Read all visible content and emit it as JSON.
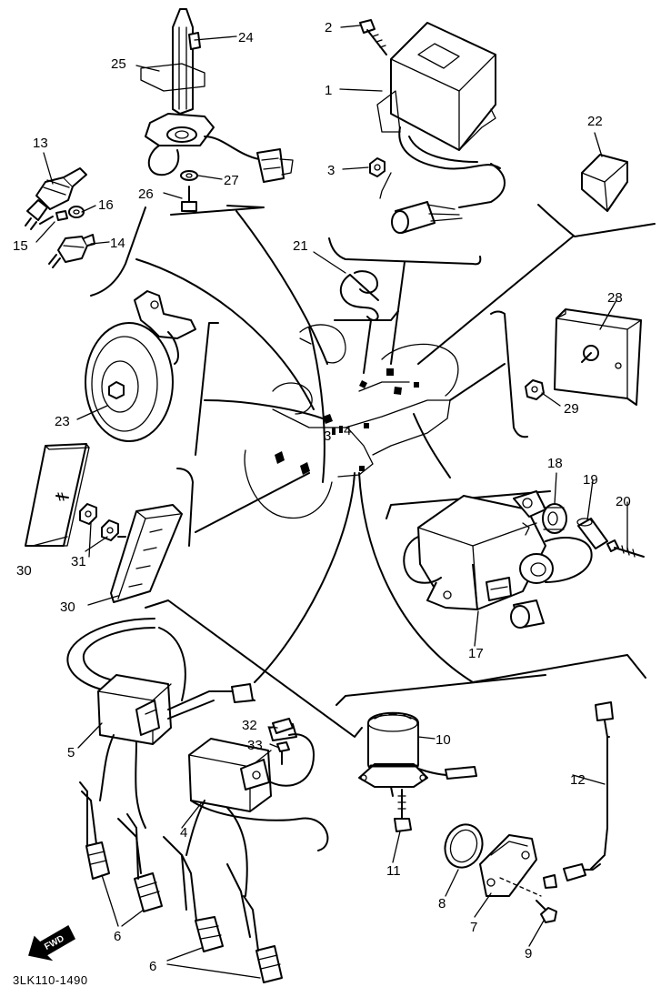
{
  "diagram": {
    "callouts": {
      "c1": "1",
      "c2": "2",
      "c3": "3",
      "c4": "4",
      "c5": "5",
      "c6a": "6",
      "c6b": "6",
      "c7": "7",
      "c8": "8",
      "c9": "9",
      "c10": "10",
      "c11": "11",
      "c12": "12",
      "c13": "13",
      "c14": "14",
      "c15": "15",
      "c16": "16",
      "c17": "17",
      "c18": "18",
      "c19": "19",
      "c20": "20",
      "c21": "21",
      "c22": "22",
      "c23": "23",
      "c24": "24",
      "c25": "25",
      "c26": "26",
      "c27": "27",
      "c28": "28",
      "c29": "29",
      "c30a": "30",
      "c30b": "30",
      "c31": "31",
      "c32": "32",
      "c33": "33"
    },
    "frame_small_labels": {
      "f3": "3",
      "f4": "4"
    },
    "forward_arrow_label": "FWD",
    "drawing_code": "3LK110-1490"
  }
}
